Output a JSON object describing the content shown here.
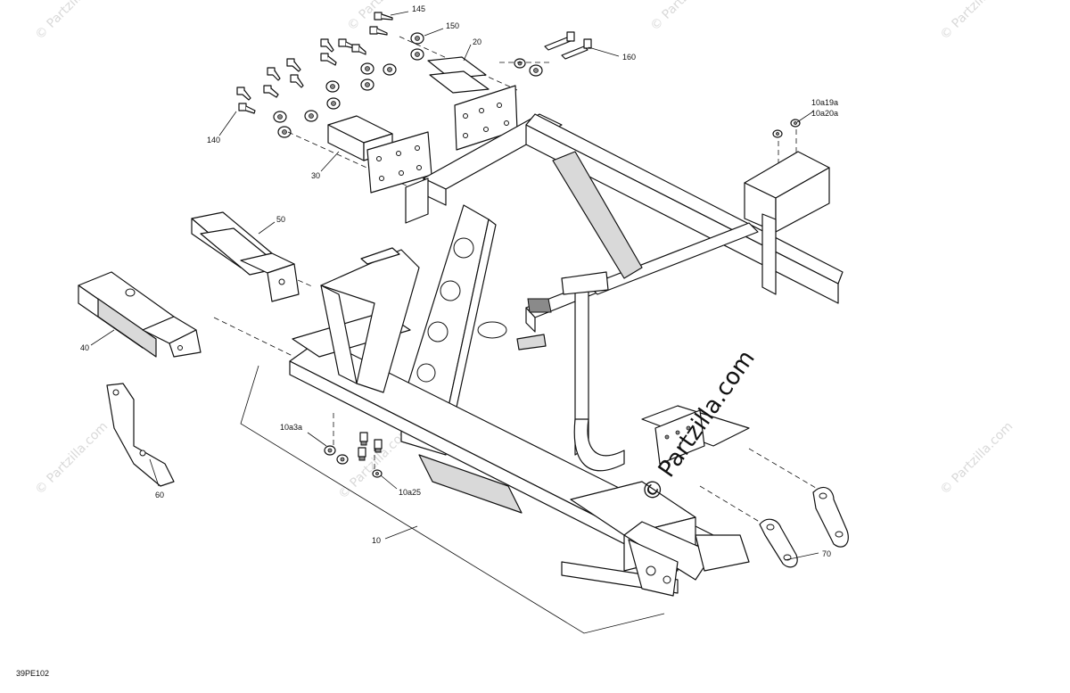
{
  "diagram": {
    "code": "39PE102",
    "watermark_text": "© Partzilla.com",
    "watermark_main": "© Partzilla.com",
    "callouts": {
      "c145": "145",
      "c150": "150",
      "c20": "20",
      "c160": "160",
      "c140": "140",
      "c30": "30",
      "c10a19a": "10a19a",
      "c10a20a": "10a20a",
      "c50": "50",
      "c40": "40",
      "c10a3a": "10a3a",
      "c10a25": "10a25",
      "c60": "60",
      "c10": "10",
      "c70": "70"
    }
  }
}
